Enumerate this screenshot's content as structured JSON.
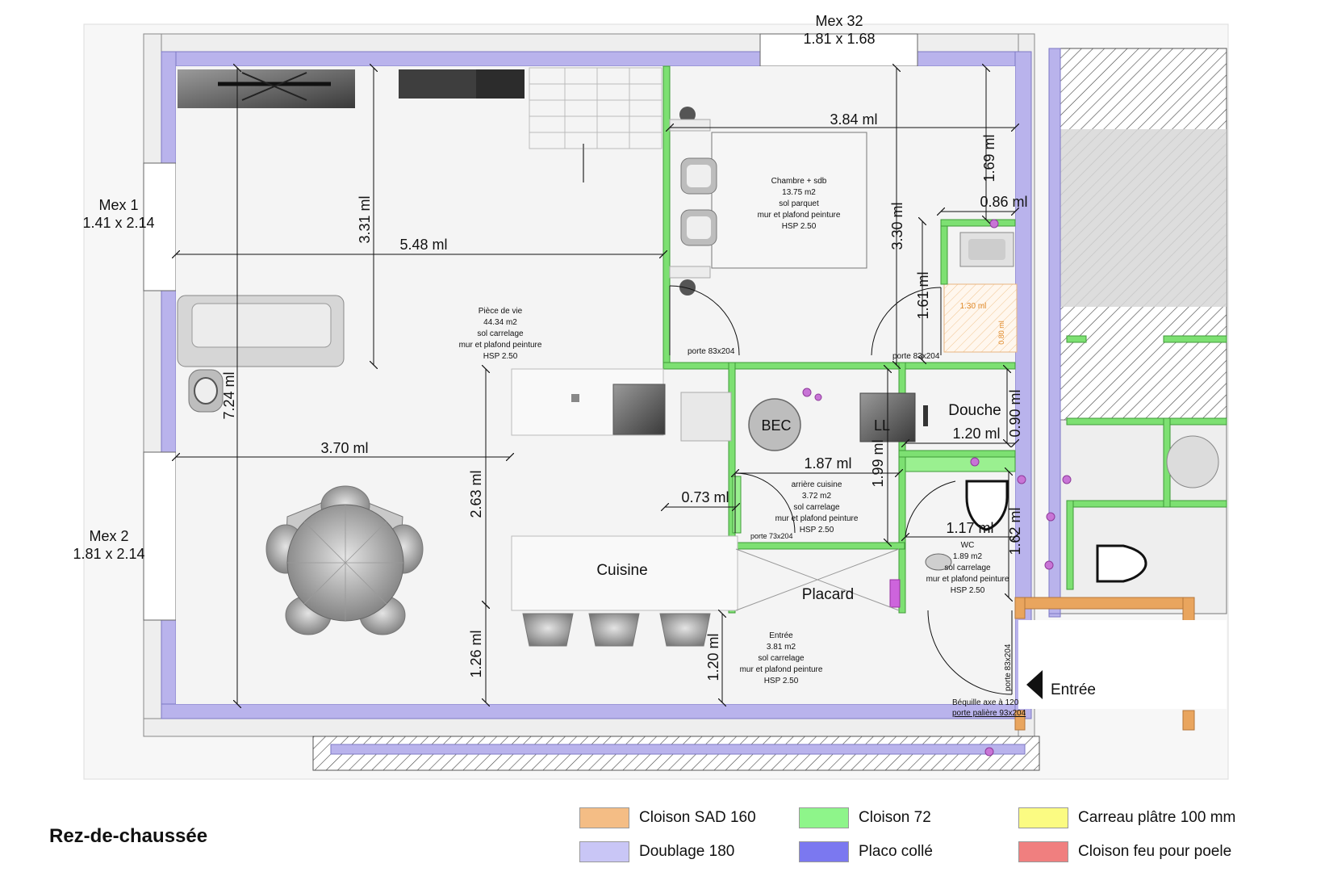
{
  "floor_title": "Rez-de-chaussée",
  "windows": {
    "mex32": {
      "name": "Mex 32",
      "size": "1.81 x 1.68"
    },
    "mex1": {
      "name": "Mex 1",
      "size": "1.41 x 2.14"
    },
    "mex2": {
      "name": "Mex 2",
      "size": "1.81 x 2.14"
    }
  },
  "rooms": {
    "chambre": {
      "l1": "Chambre + sdb",
      "l2": "13.75 m2",
      "l3": "sol parquet",
      "l4": "mur et plafond peinture",
      "l5": "HSP 2.50"
    },
    "piece_vie": {
      "l1": "Pièce de vie",
      "l2": "44.34 m2",
      "l3": "sol carrelage",
      "l4": "mur et plafond peinture",
      "l5": "HSP 2.50"
    },
    "arriere_cuisine": {
      "l1": "arrière cuisine",
      "l2": "3.72 m2",
      "l3": "sol carrelage",
      "l4": "mur et plafond peinture",
      "l5": "HSP 2.50"
    },
    "wc": {
      "l1": "WC",
      "l2": "1.89 m2",
      "l3": "sol carrelage",
      "l4": "mur et plafond peinture",
      "l5": "HSP 2.50"
    },
    "entree": {
      "l1": "Entrée",
      "l2": "3.81 m2",
      "l3": "sol carrelage",
      "l4": "mur et plafond peinture",
      "l5": "HSP 2.50"
    }
  },
  "labels": {
    "douche": "Douche",
    "cuisine": "Cuisine",
    "placard": "Placard",
    "bec": "BEC",
    "ll": "LL",
    "entree_arrow": "Entrée",
    "bequille": "Béquille axe à 120",
    "porte_paliere": "porte palière 93x204",
    "porte_chambre": "porte 83x204",
    "porte_sdb": "porte 83x204",
    "porte_cuisine": "porte 73x204",
    "porte_wc": "porte 83x204"
  },
  "dimensions": {
    "d384": "3.84 ml",
    "d169": "1.69 ml",
    "d086": "0.86 ml",
    "d330": "3.30 ml",
    "d161": "1.61 ml",
    "d130": "1.30 ml",
    "d080": "0.80 ml",
    "d331": "3.31 ml",
    "d548": "5.48 ml",
    "d724": "7.24 ml",
    "d370": "3.70 ml",
    "d263": "2.63 ml",
    "d073": "0.73 ml",
    "d187": "1.87 ml",
    "d199": "1.99 ml",
    "d120a": "1.20 ml",
    "d090": "0.90 ml",
    "d117": "1.17 ml",
    "d162": "1.62 ml",
    "d126": "1.26 ml",
    "d120b": "1.20 ml"
  },
  "legend": [
    {
      "label": "Cloison SAD 160",
      "color": "#f4bd85"
    },
    {
      "label": "Cloison 72",
      "color": "#8ef58a"
    },
    {
      "label": "Carreau plâtre 100 mm",
      "color": "#fbfb82"
    },
    {
      "label": "Doublage 180",
      "color": "#c9c6f6"
    },
    {
      "label": "Placo collé",
      "color": "#7b78f0"
    },
    {
      "label": "Cloison feu pour poele",
      "color": "#f07f7f"
    }
  ],
  "colors": {
    "doublage": "#b9b3ec",
    "cloison72": "#7de072",
    "sad160": "#e9a55e",
    "placo": "#cd64dc"
  }
}
